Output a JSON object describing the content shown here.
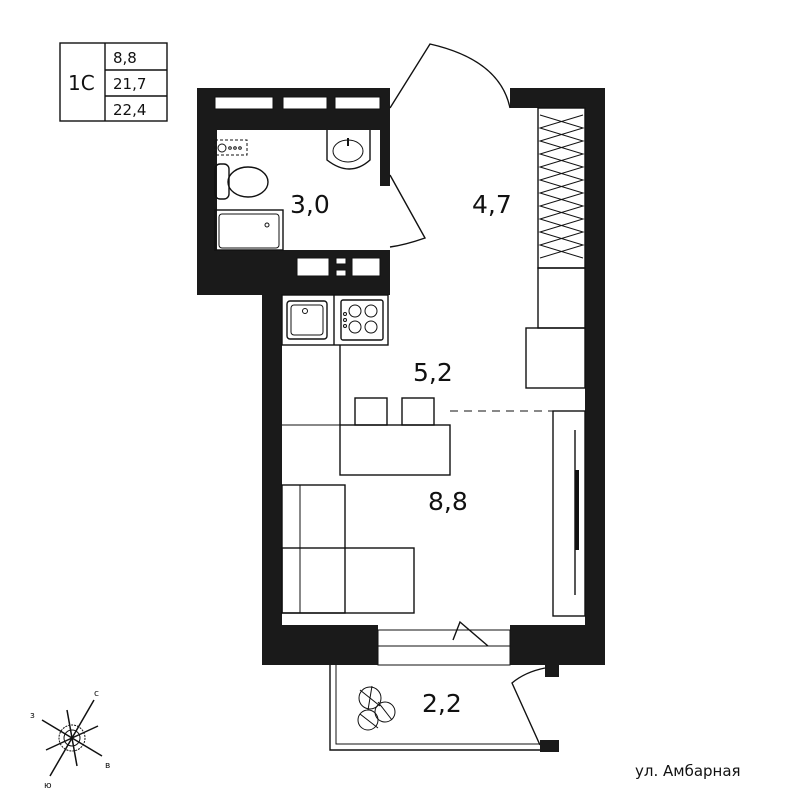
{
  "legend": {
    "type": "1С",
    "living_area": "8,8",
    "total_area": "21,7",
    "total_with_balcony": "22,4"
  },
  "rooms": {
    "bathroom": "3,0",
    "hallway": "4,7",
    "kitchen": "5,2",
    "living_room": "8,8",
    "balcony": "2,2"
  },
  "street": "ул. Амбарная",
  "compass": {
    "north": "с",
    "west": "з",
    "east": "в",
    "south": "ю"
  }
}
